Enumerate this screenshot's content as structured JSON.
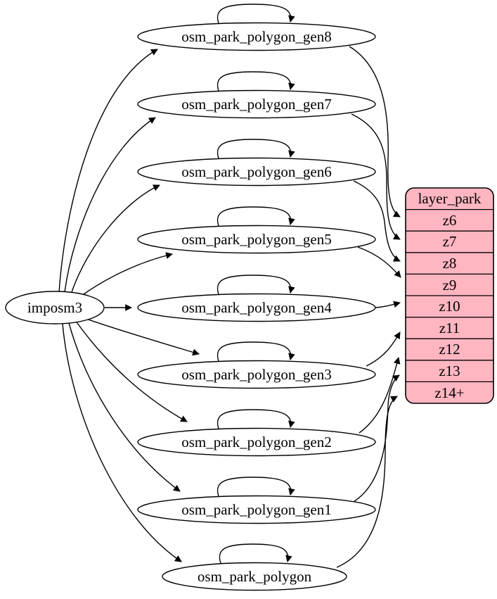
{
  "diagram": {
    "type": "etl-graph",
    "colors": {
      "background": "#ffffff",
      "node_fill": "#ffffff",
      "record_fill": "#ffb6c1",
      "stroke": "#000000",
      "text": "#000000"
    },
    "nodes": [
      {
        "id": "imposm3",
        "label": "imposm3"
      },
      {
        "id": "osm_park_polygon_gen8",
        "label": "osm_park_polygon_gen8"
      },
      {
        "id": "osm_park_polygon_gen7",
        "label": "osm_park_polygon_gen7"
      },
      {
        "id": "osm_park_polygon_gen6",
        "label": "osm_park_polygon_gen6"
      },
      {
        "id": "osm_park_polygon_gen5",
        "label": "osm_park_polygon_gen5"
      },
      {
        "id": "osm_park_polygon_gen4",
        "label": "osm_park_polygon_gen4"
      },
      {
        "id": "osm_park_polygon_gen3",
        "label": "osm_park_polygon_gen3"
      },
      {
        "id": "osm_park_polygon_gen2",
        "label": "osm_park_polygon_gen2"
      },
      {
        "id": "osm_park_polygon_gen1",
        "label": "osm_park_polygon_gen1"
      },
      {
        "id": "osm_park_polygon",
        "label": "osm_park_polygon"
      }
    ],
    "record": {
      "title": "layer_park",
      "rows": [
        "z6",
        "z7",
        "z8",
        "z9",
        "z10",
        "z11",
        "z12",
        "z13",
        "z14+"
      ]
    },
    "edges": [
      {
        "from": "imposm3",
        "to": "osm_park_polygon_gen8"
      },
      {
        "from": "imposm3",
        "to": "osm_park_polygon_gen7"
      },
      {
        "from": "imposm3",
        "to": "osm_park_polygon_gen6"
      },
      {
        "from": "imposm3",
        "to": "osm_park_polygon_gen5"
      },
      {
        "from": "imposm3",
        "to": "osm_park_polygon_gen4"
      },
      {
        "from": "imposm3",
        "to": "osm_park_polygon_gen3"
      },
      {
        "from": "imposm3",
        "to": "osm_park_polygon_gen2"
      },
      {
        "from": "imposm3",
        "to": "osm_park_polygon_gen1"
      },
      {
        "from": "imposm3",
        "to": "osm_park_polygon"
      },
      {
        "from": "osm_park_polygon_gen8",
        "to": "osm_park_polygon_gen8"
      },
      {
        "from": "osm_park_polygon_gen7",
        "to": "osm_park_polygon_gen7"
      },
      {
        "from": "osm_park_polygon_gen6",
        "to": "osm_park_polygon_gen6"
      },
      {
        "from": "osm_park_polygon_gen5",
        "to": "osm_park_polygon_gen5"
      },
      {
        "from": "osm_park_polygon_gen4",
        "to": "osm_park_polygon_gen4"
      },
      {
        "from": "osm_park_polygon_gen3",
        "to": "osm_park_polygon_gen3"
      },
      {
        "from": "osm_park_polygon_gen2",
        "to": "osm_park_polygon_gen2"
      },
      {
        "from": "osm_park_polygon_gen1",
        "to": "osm_park_polygon_gen1"
      },
      {
        "from": "osm_park_polygon",
        "to": "osm_park_polygon"
      },
      {
        "from": "osm_park_polygon_gen8",
        "to": "layer_park:z6"
      },
      {
        "from": "osm_park_polygon_gen7",
        "to": "layer_park:z7"
      },
      {
        "from": "osm_park_polygon_gen6",
        "to": "layer_park:z8"
      },
      {
        "from": "osm_park_polygon_gen5",
        "to": "layer_park:z9"
      },
      {
        "from": "osm_park_polygon_gen4",
        "to": "layer_park:z10"
      },
      {
        "from": "osm_park_polygon_gen3",
        "to": "layer_park:z11"
      },
      {
        "from": "osm_park_polygon_gen2",
        "to": "layer_park:z12"
      },
      {
        "from": "osm_park_polygon_gen1",
        "to": "layer_park:z13"
      },
      {
        "from": "osm_park_polygon",
        "to": "layer_park:z14+"
      }
    ]
  }
}
